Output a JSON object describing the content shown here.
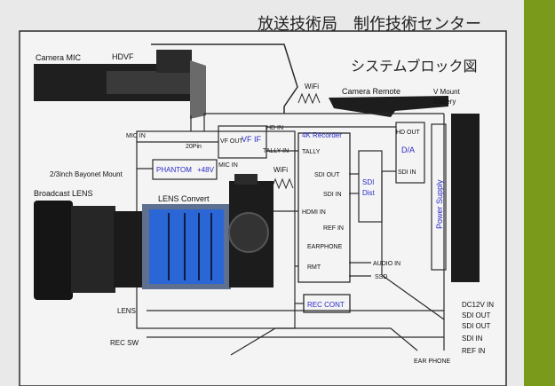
{
  "header": {
    "org": "放送技術局　制作技術センター",
    "title": "システムブロック図"
  },
  "labels": {
    "camera_mic": "Camera MIC",
    "hdvf": "HDVF",
    "wifi_top": "WiFi",
    "camera_remote": "Camera Remote",
    "v_mount": "V Mount",
    "battery": "Battery",
    "mic_in_top": "MIC IN",
    "pin20": "20Pin",
    "vf_out": "VF OUT",
    "vf_if": "VF IF",
    "hd_in": "HD IN",
    "tally_in": "TALLY IN",
    "recorder": "4K Recorder",
    "tally": "TALLY",
    "hd_out": "HD OUT",
    "da": "D/A",
    "sdi_in_da": "SDI IN",
    "bayonet": "2/3inch Bayonet Mount",
    "phantom": "PHANTOM",
    "plus48": "+48V",
    "mic_in": "MIC IN",
    "wifi_mid": "WiFi",
    "broadcast_lens": "Broadcast LENS",
    "lens_convert": "LENS Convert",
    "sdi_out": "SDI OUT",
    "sdi_in": "SDI IN",
    "sdi": "SDI",
    "dist": "Dist",
    "power_supply": "Power Supply",
    "hdmi_in": "HDMI IN",
    "ref_in": "REF IN",
    "earphone": "EARPHONE",
    "audio_in": "AUDIO IN",
    "ssd": "SSD",
    "rmt": "RMT",
    "rec_cont": "REC CONT",
    "lens": "LENS",
    "rec_sw": "REC SW",
    "dc12v_in": "DC12V IN",
    "sdi_out_1": "SDI OUT",
    "sdi_out_2": "SDI OUT",
    "sdi_in_r": "SDI IN",
    "ref_in_r": "REF IN",
    "ear_phone": "EAR PHONE"
  },
  "colors": {
    "board": "#efeff0",
    "line": "#2a2a2a",
    "blue_label": "#2a2ac8",
    "lens_blue": "#2a66d6",
    "camera_body": "#1c1c1c",
    "background": "#7a9a1c"
  }
}
